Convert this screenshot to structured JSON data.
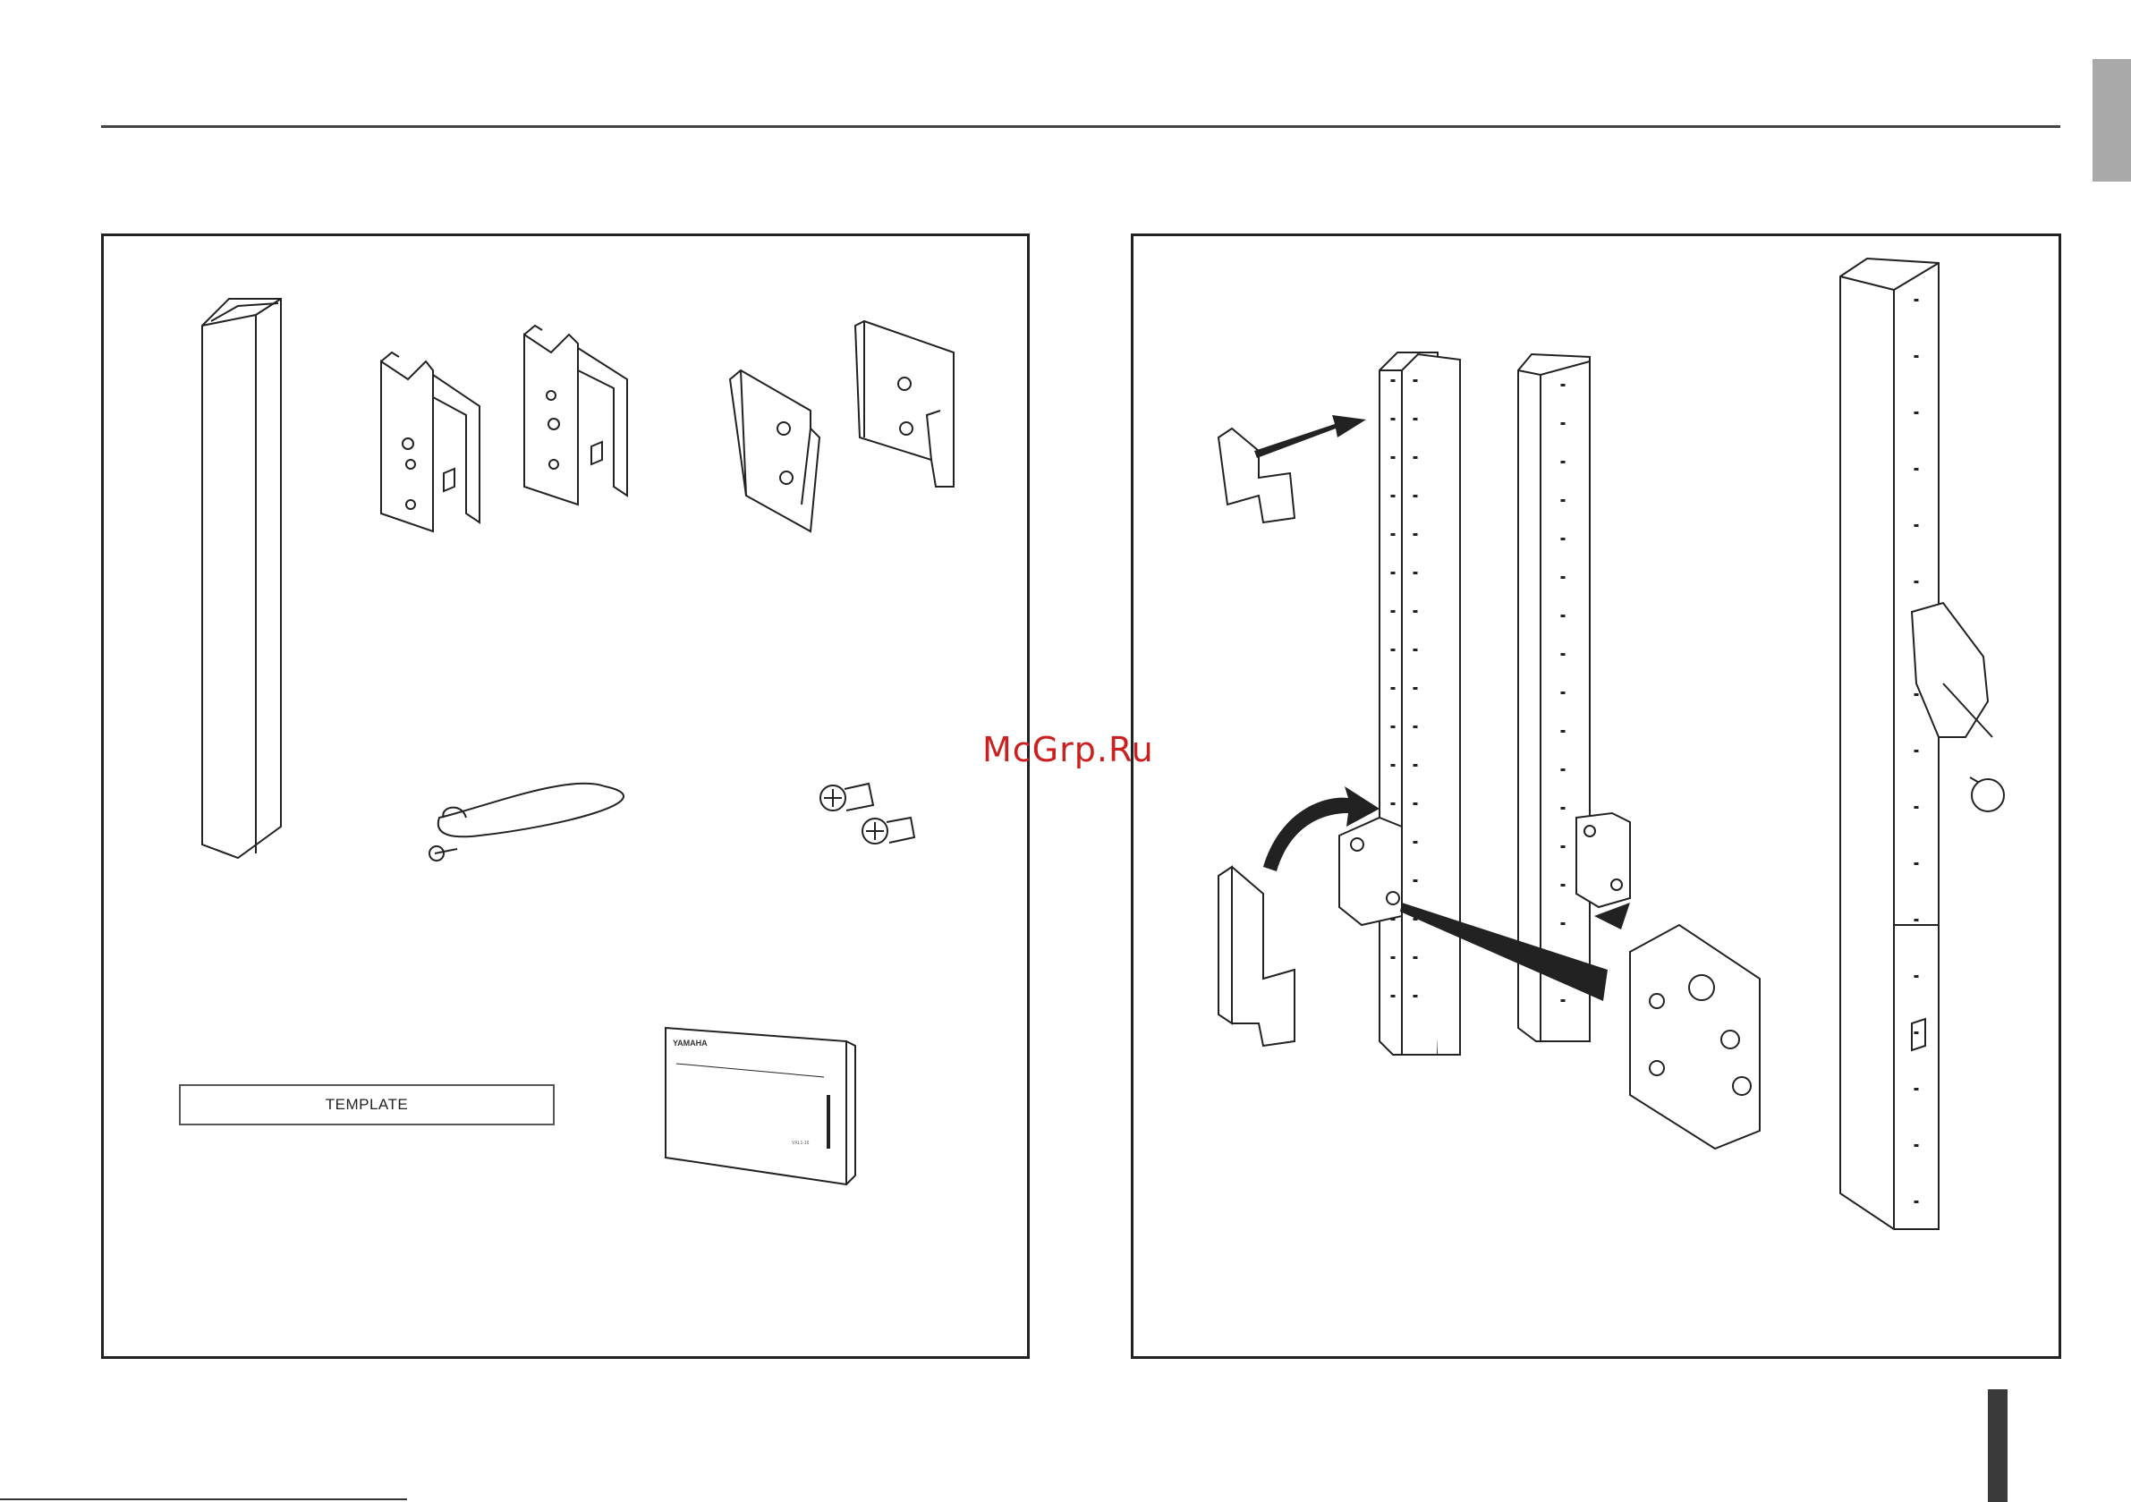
{
  "header": {
    "rule": true
  },
  "parts_panel": {
    "template_label": "TEMPLATE",
    "manual_brand": "YAMAHA",
    "manual_code": "VXL1-16"
  },
  "assembly_panel": {},
  "watermark": {
    "text": "McGrp.Ru",
    "color": "#cc1f1f"
  },
  "colors": {
    "line": "#222222",
    "tab_light": "#a9a9a9",
    "tab_dark": "#3a3a3a"
  }
}
